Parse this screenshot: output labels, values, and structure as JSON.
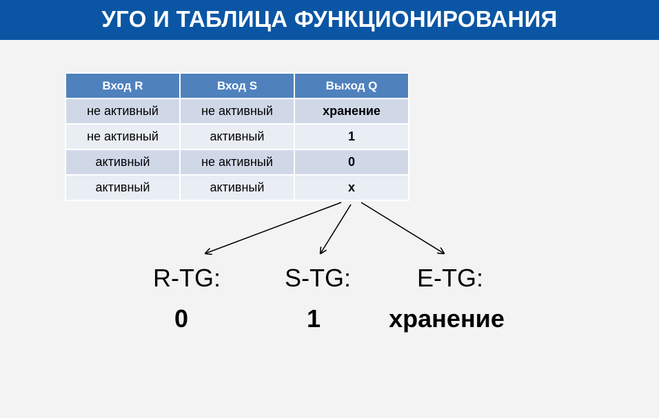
{
  "title": "УГО И ТАБЛИЦА ФУНКЦИОНИРОВАНИЯ",
  "table": {
    "headers": [
      "Вход R",
      "Вход S",
      "Выход Q"
    ],
    "rows": [
      [
        "не активный",
        "не активный",
        "хранение"
      ],
      [
        "не активный",
        "активный",
        "1"
      ],
      [
        "активный",
        "не активный",
        "0"
      ],
      [
        "активный",
        "активный",
        "x"
      ]
    ]
  },
  "variants": [
    {
      "label": "R-TG:",
      "value": "0"
    },
    {
      "label": "S-TG:",
      "value": "1"
    },
    {
      "label": "E-TG:",
      "value": "хранение"
    }
  ],
  "colors": {
    "header_bar": "#0b56a4",
    "table_header": "#4f81bd",
    "row_odd": "#d0d8e8",
    "row_even": "#e9edf4",
    "background": "#f3f3f3"
  }
}
